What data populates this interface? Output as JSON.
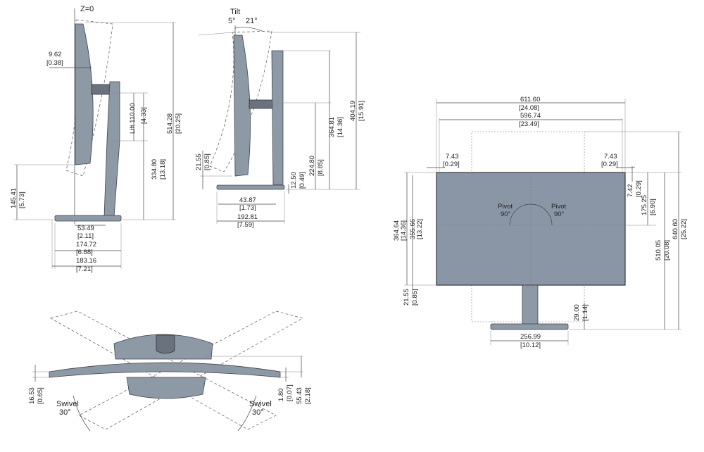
{
  "side_view_left": {
    "z_label": "Z=0",
    "top_offset": {
      "mm": "9.62",
      "in": "[0.38]"
    },
    "lift": {
      "mm": "Lift 110.00",
      "in": "[4.33]"
    },
    "max_height": {
      "mm": "514.28",
      "in": "[20.25]"
    },
    "min_height": {
      "mm": "334.80",
      "in": "[13.18]"
    },
    "bottom_clearance": {
      "mm": "145.41",
      "in": "[5.73]"
    },
    "depth_a": {
      "mm": "53.49",
      "in": "[2.11]"
    },
    "depth_b": {
      "mm": "174.72",
      "in": "[6.88]"
    },
    "depth_c": {
      "mm": "183.16",
      "in": "[7.21]"
    }
  },
  "side_view_tilt": {
    "tilt_label": "Tilt",
    "tilt_forward": "5°",
    "tilt_back": "21°",
    "bottom_offset": {
      "mm": "21.55",
      "in": "[0.85]"
    },
    "stand_height": {
      "mm": "224.80",
      "in": "[8.85]"
    },
    "height_mid": {
      "mm": "364.81",
      "in": "[14.36]"
    },
    "height_max": {
      "mm": "404.19",
      "in": "[15.91]"
    },
    "neck_gap": {
      "mm": "12.50",
      "in": "[0.49]"
    },
    "neck_depth": {
      "mm": "43.87",
      "in": "[1.73]"
    },
    "base_depth": {
      "mm": "192.81",
      "in": "[7.59]"
    }
  },
  "front_view": {
    "overall_width": {
      "mm": "611.60",
      "in": "[24.08]"
    },
    "active_width": {
      "mm": "596.74",
      "in": "[23.49]"
    },
    "left_bezel": {
      "mm": "7.43",
      "in": "[0.29]"
    },
    "right_bezel": {
      "mm": "7.43",
      "in": "[0.29]"
    },
    "top_bezel": {
      "mm": "7.42",
      "in": "[0.29]"
    },
    "pivot_offset": {
      "mm": "175.25",
      "in": "[6.90]"
    },
    "panel_height": {
      "mm": "364.64",
      "in": "[14.36]"
    },
    "active_height": {
      "mm": "355.66",
      "in": "[13.22]"
    },
    "bottom_bezel": {
      "mm": "21.55",
      "in": "[0.85]"
    },
    "pivot_left": "Pivot",
    "pivot_left_deg": "90°",
    "pivot_right": "Pivot",
    "pivot_right_deg": "90°",
    "height_510": {
      "mm": "510.05",
      "in": "[20.08]"
    },
    "height_640": {
      "mm": "640.60",
      "in": "[25.22]"
    },
    "base_clear": {
      "mm": "29.00",
      "in": "[1.14]"
    },
    "base_width": {
      "mm": "256.99",
      "in": "[10.12]"
    }
  },
  "top_view": {
    "depth_left": {
      "mm": "16.53",
      "in": "[0.65]"
    },
    "depth_right_a": {
      "mm": "1.80",
      "in": "[0.07]"
    },
    "depth_right_b": {
      "mm": "55.43",
      "in": "[2.18]"
    },
    "swivel_left": "Swivel",
    "swivel_left_deg": "30°",
    "swivel_right": "Swivel",
    "swivel_right_deg": "30°"
  }
}
